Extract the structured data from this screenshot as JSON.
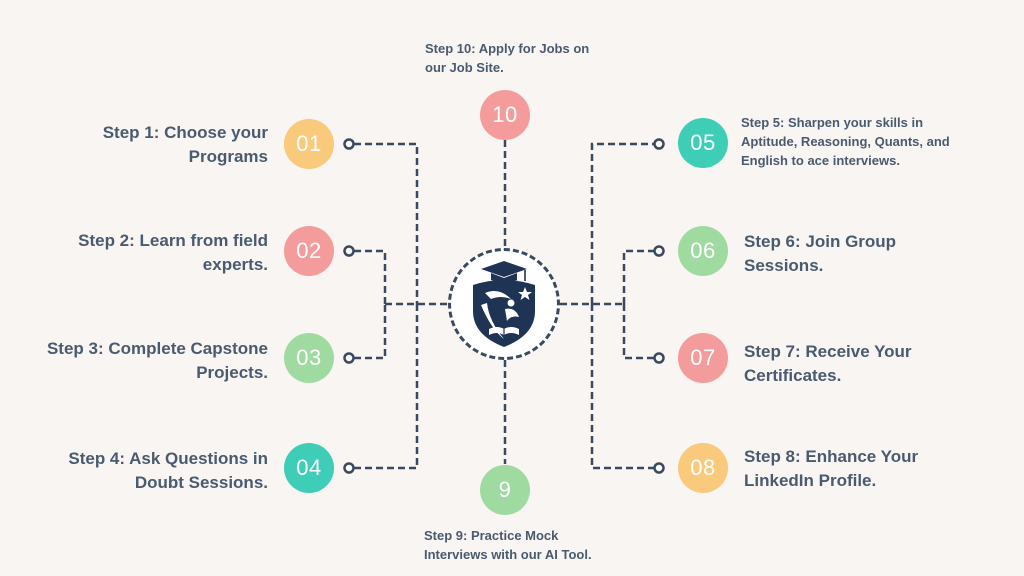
{
  "colors": {
    "line": "#3a4860",
    "text": "#4a5a6f",
    "yellow": "#f9c97c",
    "pink": "#f49c9b",
    "green": "#9fdba0",
    "teal": "#3ecdb7",
    "logo_navy": "#1f3354"
  },
  "hub": {
    "icon": "graduation-shield-logo"
  },
  "steps": [
    {
      "number": "01",
      "label": "Step 1: Choose your Programs"
    },
    {
      "number": "02",
      "label": "Step 2: Learn from field experts."
    },
    {
      "number": "03",
      "label": "Step 3: Complete Capstone Projects."
    },
    {
      "number": "04",
      "label": "Step 4: Ask Questions in Doubt Sessions."
    },
    {
      "number": "05",
      "label": "Step 5: Sharpen your skills in Aptitude, Reasoning, Quants, and English to ace interviews."
    },
    {
      "number": "06",
      "label": "Step 6: Join Group Sessions."
    },
    {
      "number": "07",
      "label": "Step 7: Receive Your Certificates."
    },
    {
      "number": "08",
      "label": "Step 8: Enhance Your LinkedIn Profile."
    },
    {
      "number": "9",
      "label": "Step 9: Practice Mock Interviews with our AI Tool."
    },
    {
      "number": "10",
      "label": "Step 10: Apply for Jobs on our Job Site."
    }
  ]
}
